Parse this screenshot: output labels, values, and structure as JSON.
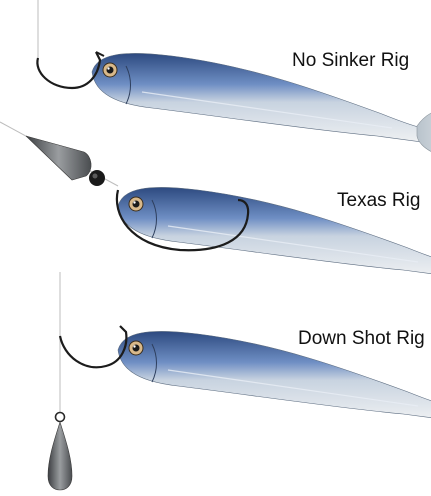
{
  "labels": {
    "no_sinker": "No Sinker Rig",
    "texas": "Texas Rig",
    "down_shot": "Down Shot Rig"
  },
  "colors": {
    "background": "#ffffff",
    "fish_back": "#3e5c92",
    "fish_belly": "#dfe4e8",
    "fish_tail": "#c9cfd2",
    "hook": "#1c1c1c",
    "sinker": "#707376",
    "line": "#b8b8b8"
  }
}
